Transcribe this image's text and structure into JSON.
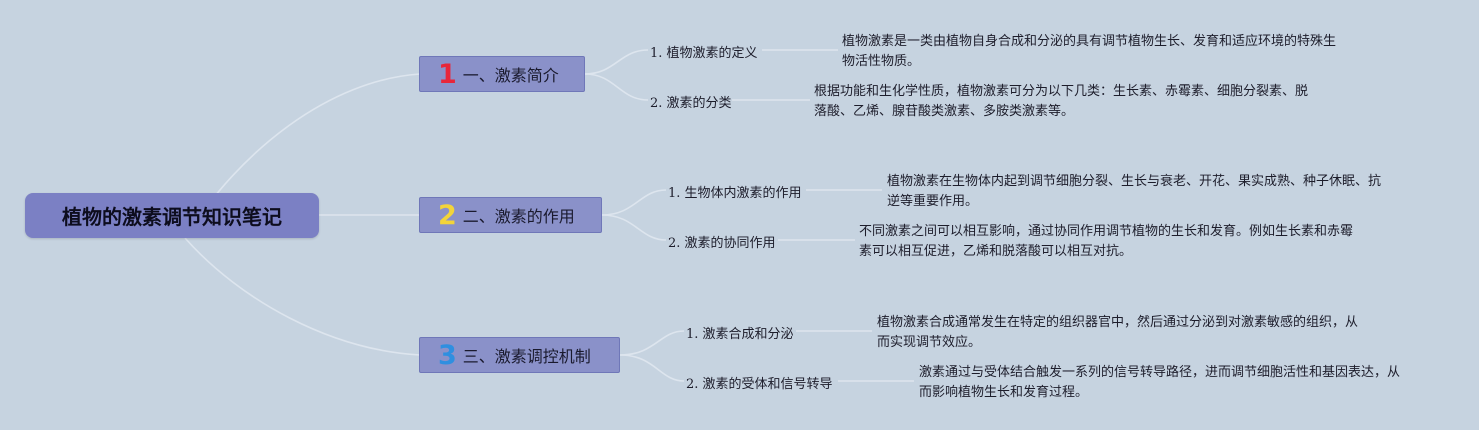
{
  "root": {
    "title": "植物的激素调节知识笔记"
  },
  "branches": [
    {
      "number": "1",
      "number_color": "#e8263a",
      "label": "一、激素简介",
      "subs": [
        {
          "label": "1. 植物激素的定义",
          "detail": "植物激素是一类由植物自身合成和分泌的具有调节植物生长、发育和适应环境的特殊生物活性物质。"
        },
        {
          "label": "2. 激素的分类",
          "detail": "根据功能和生化学性质，植物激素可分为以下几类：生长素、赤霉素、细胞分裂素、脱落酸、乙烯、腺苷酸类激素、多胺类激素等。"
        }
      ]
    },
    {
      "number": "2",
      "number_color": "#f2d43a",
      "label": "二、激素的作用",
      "subs": [
        {
          "label": "1. 生物体内激素的作用",
          "detail": "植物激素在生物体内起到调节细胞分裂、生长与衰老、开花、果实成熟、种子休眠、抗逆等重要作用。"
        },
        {
          "label": "2. 激素的协同作用",
          "detail": "不同激素之间可以相互影响，通过协同作用调节植物的生长和发育。例如生长素和赤霉素可以相互促进，乙烯和脱落酸可以相互对抗。"
        }
      ]
    },
    {
      "number": "3",
      "number_color": "#2f8fe0",
      "label": "三、激素调控机制",
      "subs": [
        {
          "label": "1. 激素合成和分泌",
          "detail": "植物激素合成通常发生在特定的组织器官中，然后通过分泌到对激素敏感的组织，从而实现调节效应。"
        },
        {
          "label": "2. 激素的受体和信号转导",
          "detail": "激素通过与受体结合触发一系列的信号转导路径，进而调节细胞活性和基因表达，从而影响植物生长和发育过程。"
        }
      ]
    }
  ]
}
